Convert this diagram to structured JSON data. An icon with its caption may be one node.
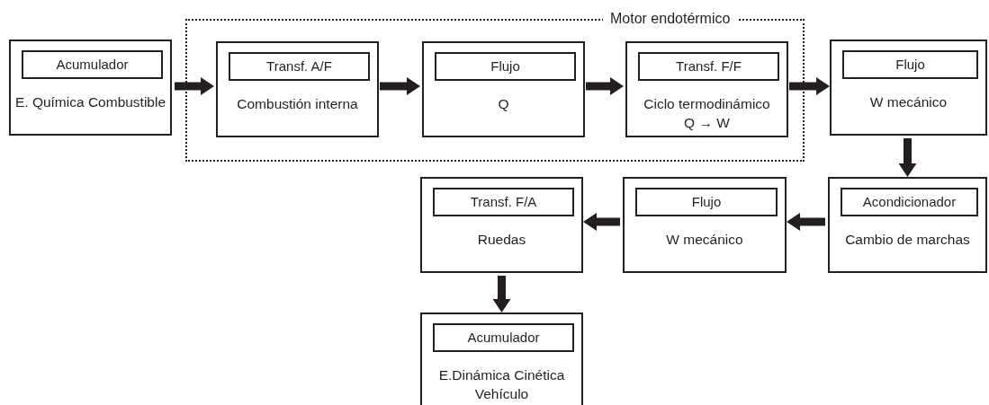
{
  "diagram": {
    "nodes": [
      {
        "text": [
          "Motor endotérmico"
        ]
      },
      {
        "text": [
          "E. Química Combustible"
        ]
      },
      {
        "text": [
          "Acumulador"
        ],
        "in": 1
      },
      {
        "text": [
          "Combustión interna"
        ],
        "in": 0
      },
      {
        "text": [
          "Transf. A/F"
        ],
        "in": 3
      },
      {
        "text": [
          "Q"
        ],
        "in": 0
      },
      {
        "text": [
          "Flujo"
        ],
        "in": 5
      },
      {
        "text": [
          "Ciclo termodinámico",
          "Q → W"
        ],
        "in": 0
      },
      {
        "text": [
          "Transf. F/F"
        ],
        "in": 7
      },
      {
        "text": [
          "W mecánico"
        ]
      },
      {
        "text": [
          "Flujo"
        ],
        "in": 9
      },
      {
        "text": [
          "Cambio de marchas"
        ]
      },
      {
        "text": [
          "Acondicionador"
        ],
        "in": 11
      },
      {
        "text": [
          "W mecánico"
        ]
      },
      {
        "text": [
          "Flujo"
        ],
        "in": 13
      },
      {
        "text": [
          "Ruedas"
        ]
      },
      {
        "text": [
          "Transf. F/A"
        ],
        "in": 15
      },
      {
        "text": [
          "E.Dinámica Cinética Vehículo"
        ]
      },
      {
        "text": [
          "Acumulador"
        ],
        "in": 17
      }
    ],
    "edges": [
      {
        "from": 1,
        "to": 3,
        "arrow": "to"
      },
      {
        "from": 3,
        "to": 5,
        "arrow": "to"
      },
      {
        "from": 5,
        "to": 7,
        "arrow": "to"
      },
      {
        "from": 7,
        "to": 9,
        "arrow": "to"
      },
      {
        "from": 9,
        "to": 11,
        "arrow": "to"
      },
      {
        "from": 11,
        "to": 13,
        "arrow": "to"
      },
      {
        "from": 13,
        "to": 15,
        "arrow": "to"
      },
      {
        "from": 15,
        "to": 17,
        "arrow": "to"
      }
    ]
  }
}
